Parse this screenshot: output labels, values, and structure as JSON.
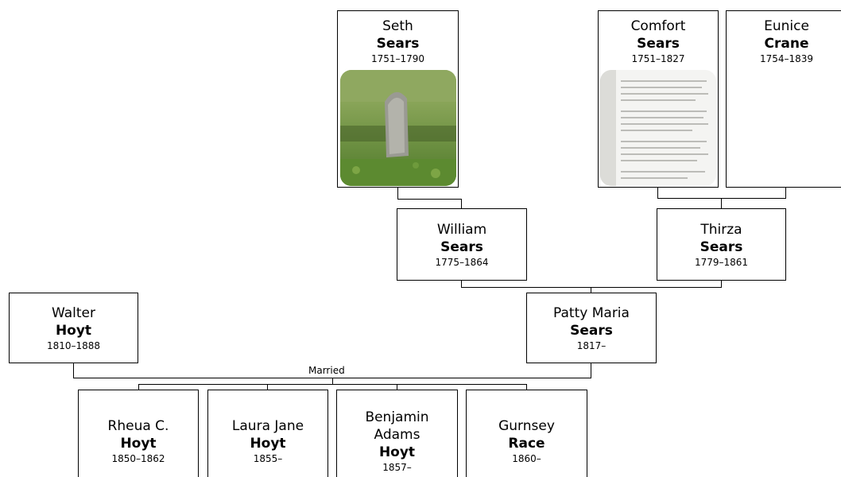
{
  "people": {
    "seth": {
      "given": "Seth",
      "surname": "Sears",
      "dates": "1751–1790",
      "photo": "gravestone-photo"
    },
    "comfort": {
      "given": "Comfort",
      "surname": "Sears",
      "dates": "1751–1827",
      "photo": "document-scan-photo"
    },
    "eunice": {
      "given": "Eunice",
      "surname": "Crane",
      "dates": "1754–1839"
    },
    "william": {
      "given": "William",
      "surname": "Sears",
      "dates": "1775–1864"
    },
    "thirza": {
      "given": "Thirza",
      "surname": "Sears",
      "dates": "1779–1861"
    },
    "walter": {
      "given": "Walter",
      "surname": "Hoyt",
      "dates": "1810–1888"
    },
    "patty": {
      "given": "Patty Maria",
      "surname": "Sears",
      "dates": "1817–"
    },
    "rheua": {
      "given": "Rheua C.",
      "surname": "Hoyt",
      "dates": "1850–1862"
    },
    "laura": {
      "given": "Laura Jane",
      "surname": "Hoyt",
      "dates": "1855–"
    },
    "benjamin": {
      "given_line1": "Benjamin",
      "given_line2": "Adams",
      "surname": "Hoyt",
      "dates": "1857–"
    },
    "gurnsey": {
      "given": "Gurnsey",
      "surname": "Race",
      "dates": "1860–"
    }
  },
  "relationship_label": "Married"
}
